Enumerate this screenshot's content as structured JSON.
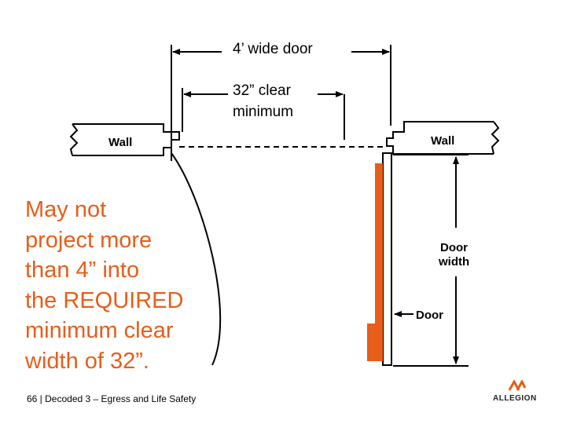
{
  "labels": {
    "door_width_top": "4’ wide door",
    "clear_minimum_line1": "32” clear",
    "clear_minimum_line2": "minimum",
    "wall_left": "Wall",
    "wall_right": "Wall",
    "door_width_side_line1": "Door",
    "door_width_side_line2": "width",
    "door": "Door"
  },
  "callout": {
    "lines": [
      "May not",
      "project more",
      "than 4” into",
      "the REQUIRED",
      "minimum clear",
      "width of 32”."
    ]
  },
  "footer": {
    "text": "66 | Decoded 3 – Egress and Life Safety"
  },
  "logo": {
    "text": "ALLEGION"
  },
  "colors": {
    "accent": "#e85d1a",
    "line": "#000000"
  }
}
